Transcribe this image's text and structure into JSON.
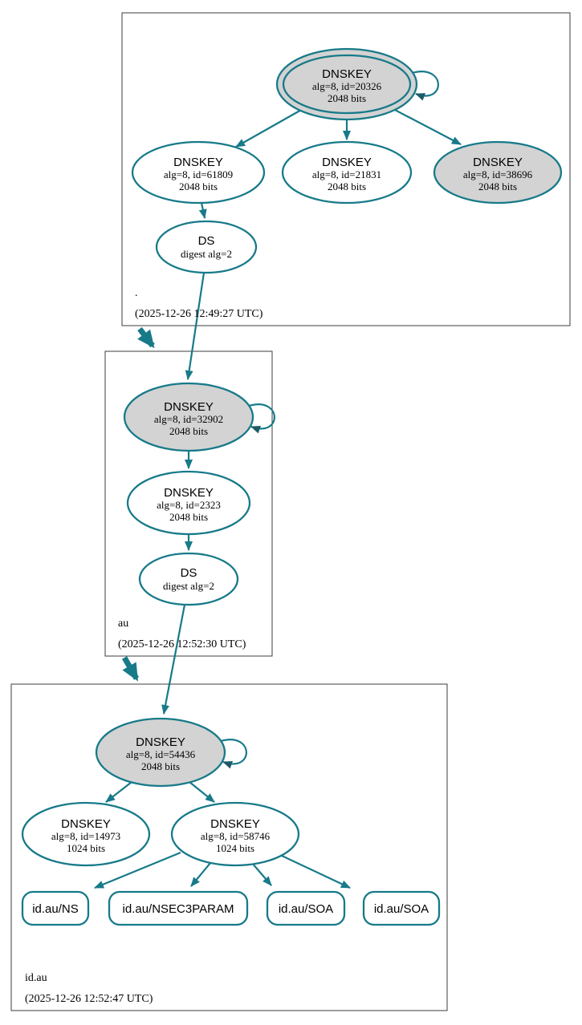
{
  "diagram_type": "dnssec-authentication-chain",
  "colors": {
    "edge_teal": "#177a89",
    "ksk_node_fill": "#d3d3d3",
    "node_fill": "#ffffff",
    "zone_box_border": "#3c3c3c",
    "text": "#000000"
  },
  "zones": [
    {
      "name": ".",
      "timestamp": "(2025-12-26 12:49:27 UTC)",
      "dnskeys": [
        {
          "title": "DNSKEY",
          "detail1": "alg=8, id=20326",
          "detail2": "2048 bits"
        },
        {
          "title": "DNSKEY",
          "detail1": "alg=8, id=61809",
          "detail2": "2048 bits"
        },
        {
          "title": "DNSKEY",
          "detail1": "alg=8, id=21831",
          "detail2": "2048 bits"
        },
        {
          "title": "DNSKEY",
          "detail1": "alg=8, id=38696",
          "detail2": "2048 bits"
        }
      ],
      "ds": {
        "title": "DS",
        "detail1": "digest alg=2"
      }
    },
    {
      "name": "au",
      "timestamp": "(2025-12-26 12:52:30 UTC)",
      "dnskeys": [
        {
          "title": "DNSKEY",
          "detail1": "alg=8, id=32902",
          "detail2": "2048 bits"
        },
        {
          "title": "DNSKEY",
          "detail1": "alg=8, id=2323",
          "detail2": "2048 bits"
        }
      ],
      "ds": {
        "title": "DS",
        "detail1": "digest alg=2"
      }
    },
    {
      "name": "id.au",
      "timestamp": "(2025-12-26 12:52:47 UTC)",
      "dnskeys": [
        {
          "title": "DNSKEY",
          "detail1": "alg=8, id=54436",
          "detail2": "2048 bits"
        },
        {
          "title": "DNSKEY",
          "detail1": "alg=8, id=14973",
          "detail2": "1024 bits"
        },
        {
          "title": "DNSKEY",
          "detail1": "alg=8, id=58746",
          "detail2": "1024 bits"
        }
      ],
      "rrsets": [
        {
          "label": "id.au/NS"
        },
        {
          "label": "id.au/NSEC3PARAM"
        },
        {
          "label": "id.au/SOA"
        },
        {
          "label": "id.au/SOA"
        }
      ]
    }
  ]
}
